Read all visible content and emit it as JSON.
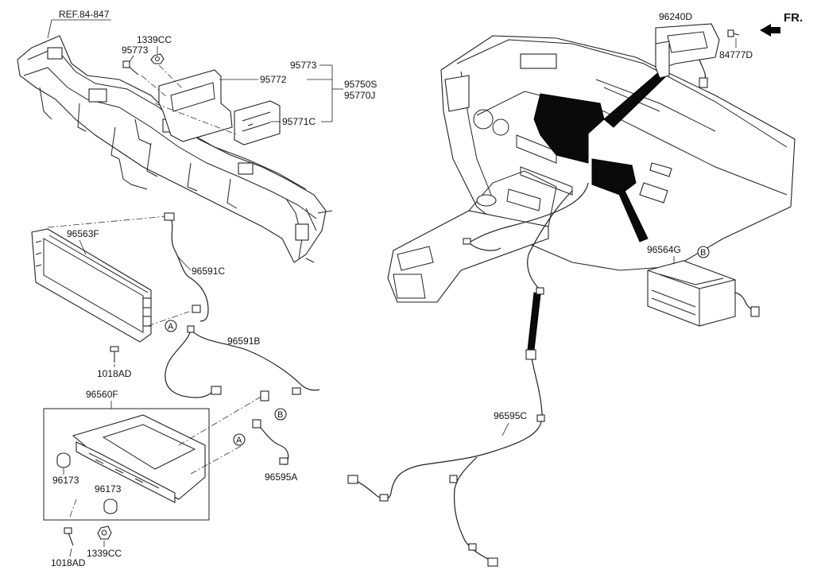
{
  "diagram": {
    "ref_label": "REF.84-847",
    "direction_label": "FR.",
    "callouts": {
      "a": "A",
      "b": "B"
    },
    "parts": {
      "p95773_top": "95773",
      "p1339cc_top": "1339CC",
      "p95773_left": "95773",
      "p95772": "95772",
      "p95750s": "95750S",
      "p95770j": "95770J",
      "p95771c": "95771C",
      "p96563f": "96563F",
      "p96591c": "96591C",
      "p1018ad_mid": "1018AD",
      "p96591b": "96591B",
      "p96560f": "96560F",
      "p96173_a": "96173",
      "p96173_b": "96173",
      "p96595a": "96595A",
      "p1018ad_bot": "1018AD",
      "p1339cc_bot": "1339CC",
      "p96240d": "96240D",
      "p84777d": "84777D",
      "p96564g": "96564G",
      "p96595c": "96595C"
    }
  }
}
